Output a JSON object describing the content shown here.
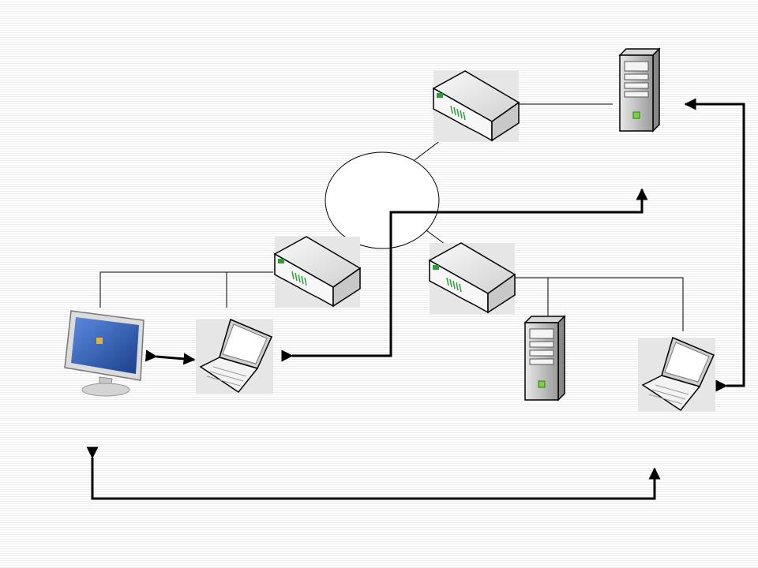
{
  "colors": {
    "background": "#ffffff",
    "stripe": "#ececec",
    "line": "#000000",
    "device_body": "#f2f2f2",
    "device_shade": "#bdbdbd",
    "led_green": "#2e9e3a",
    "screen_blue": "#2c5fb5"
  },
  "diagram": {
    "nodes": [
      {
        "id": "network-cloud",
        "kind": "ellipse",
        "label": ""
      },
      {
        "id": "router-top",
        "kind": "router-icon",
        "label": ""
      },
      {
        "id": "router-left",
        "kind": "router-icon",
        "label": ""
      },
      {
        "id": "router-right",
        "kind": "router-icon",
        "label": ""
      },
      {
        "id": "server-top-right",
        "kind": "server-icon",
        "label": ""
      },
      {
        "id": "server-middle",
        "kind": "server-icon",
        "label": ""
      },
      {
        "id": "desktop-monitor",
        "kind": "monitor-icon",
        "label": ""
      },
      {
        "id": "laptop-left",
        "kind": "laptop-icon",
        "label": ""
      },
      {
        "id": "laptop-right",
        "kind": "laptop-icon",
        "label": ""
      }
    ],
    "arrows": [
      {
        "from": "monitor",
        "to": "laptop-left",
        "style": "double-headed"
      },
      {
        "from": "laptop-right",
        "to": "server-top-right",
        "style": "elbow"
      },
      {
        "from": "laptop-left",
        "to": "server-top-right",
        "style": "elbow"
      },
      {
        "from": "monitor",
        "to": "laptop-right",
        "style": "elbow-both"
      }
    ]
  }
}
